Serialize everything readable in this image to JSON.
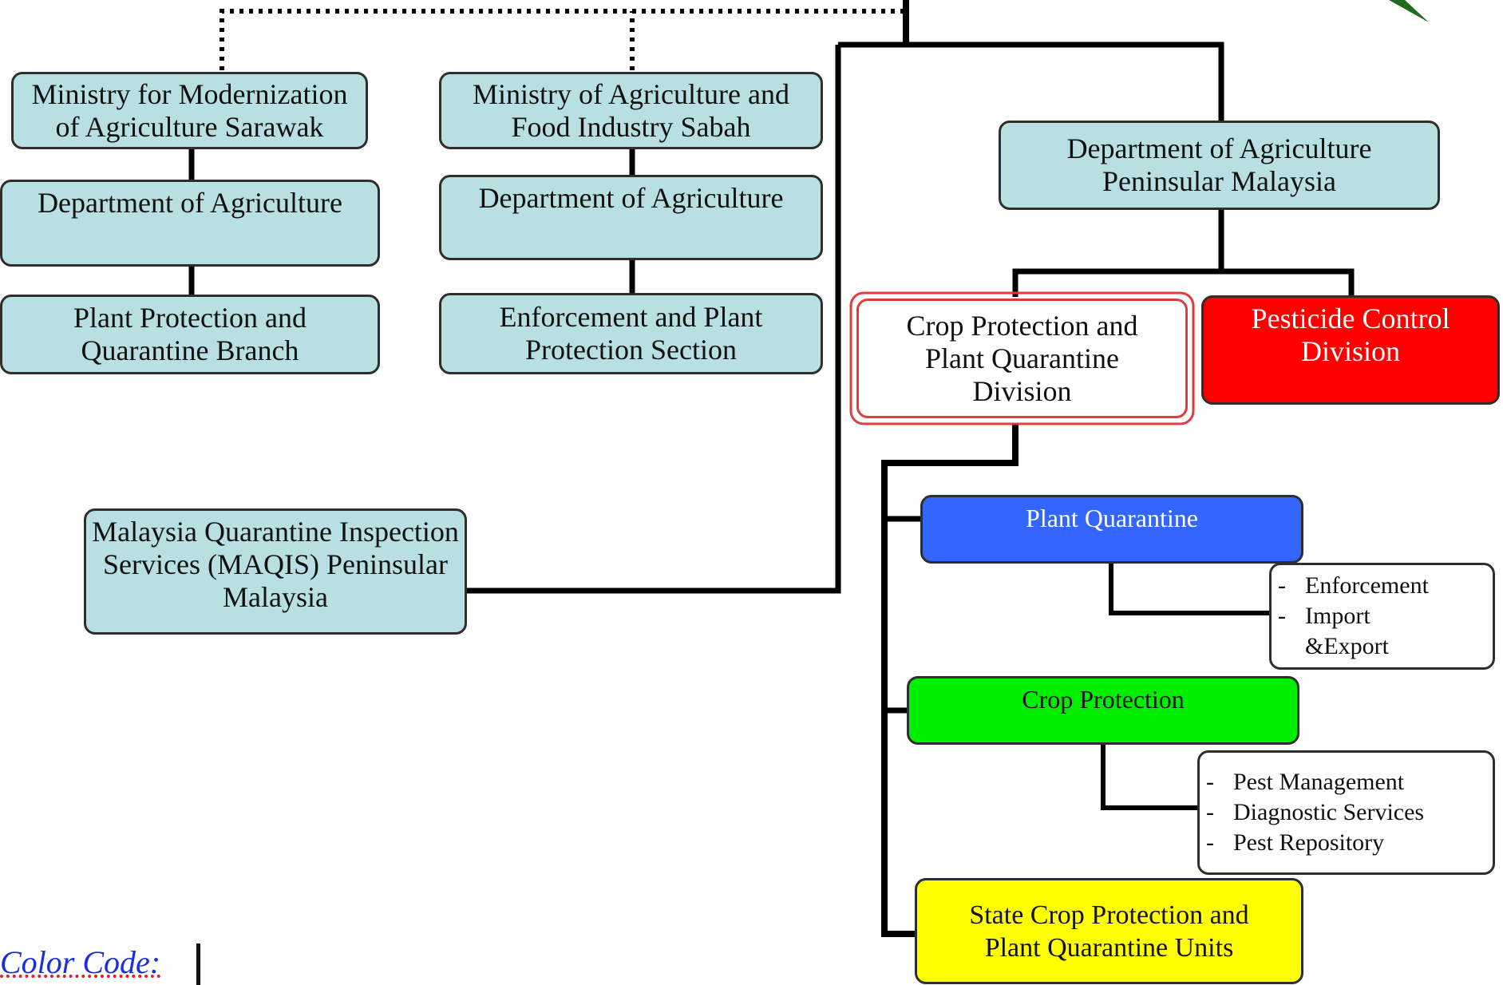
{
  "colors": {
    "cyan_box": "#b8e0e2",
    "crop_division_border": "#e23b3b",
    "pesticide": "#ff0000",
    "plant_quarantine": "#3366ff",
    "crop_protection": "#00ee00",
    "state_units": "#ffff00",
    "connector": "#000000",
    "color_code_text": "#1a2ee0"
  },
  "nodes": {
    "sarawak_ministry": [
      "Ministry for Modernization",
      "of Agriculture Sarawak"
    ],
    "sarawak_doa": [
      "Department of Agriculture"
    ],
    "sarawak_branch": [
      "Plant Protection and",
      "Quarantine Branch"
    ],
    "sabah_ministry": [
      "Ministry of Agriculture and",
      "Food Industry Sabah"
    ],
    "sabah_doa": [
      "Department of Agriculture"
    ],
    "sabah_section": [
      "Enforcement and Plant",
      "Protection Section"
    ],
    "maqis": [
      "Malaysia Quarantine Inspection",
      "Services (MAQIS) Peninsular",
      "Malaysia"
    ],
    "doa_peninsular": [
      "Department of Agriculture",
      "Peninsular Malaysia"
    ],
    "crop_division": [
      "Crop Protection and",
      "Plant Quarantine",
      "Division"
    ],
    "pesticide_division": [
      "Pesticide Control",
      "Division"
    ],
    "plant_quarantine": [
      "Plant Quarantine"
    ],
    "crop_protection": [
      "Crop Protection"
    ],
    "state_units": [
      "State Crop Protection and",
      "Plant Quarantine Units"
    ]
  },
  "lists": {
    "pq_functions": [
      {
        "bullet": "-",
        "text": "Enforcement"
      },
      {
        "bullet": "-",
        "text": "Import"
      },
      {
        "bullet": "",
        "text": "&Export"
      }
    ],
    "cp_functions": [
      {
        "bullet": "-",
        "text": "Pest Management"
      },
      {
        "bullet": "-",
        "text": "Diagnostic Services"
      },
      {
        "bullet": "-",
        "text": "Pest Repository"
      }
    ]
  },
  "footer": {
    "color_code_label": "Color Code:"
  }
}
